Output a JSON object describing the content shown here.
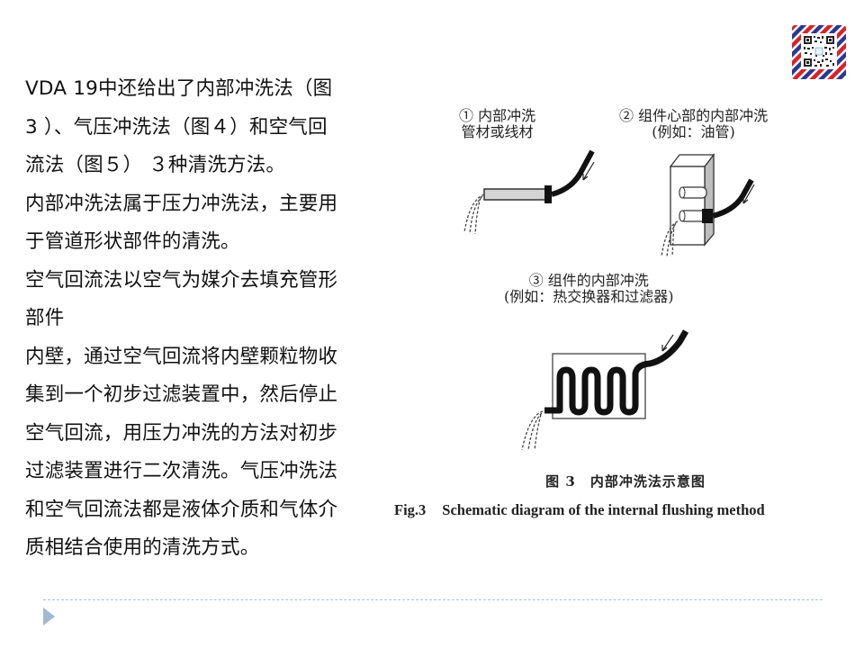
{
  "slide": {
    "body_lines": [
      "VDA 19中还给出了内部冲洗法（图",
      " 3 ）、气压冲洗法（图４）和空气回",
      "流法（图５） ３种清洗方法。",
      "内部冲洗法属于压力冲洗法，主要用",
      "于管道形状部件的清洗。",
      "空气回流法以空气为媒介去填充管形",
      "部件",
      "内壁，通过空气回流将内壁颗粒物收",
      "集到一个初步过滤装置中，然后停止",
      "空气回流，用压力冲洗的方法对初步",
      "过滤装置进行二次清洗。气压冲洗法",
      "和空气回流法都是液体介质和气体介",
      "质相结合使用的清洗方式。"
    ]
  },
  "qr_badge": {
    "icon": "qr-code-icon",
    "border_colors": [
      "#d8232a",
      "#ffffff",
      "#2b3990"
    ]
  },
  "figure": {
    "panel1": {
      "line1": "① 内部冲洗",
      "line2": "管材或线材"
    },
    "panel2": {
      "line1": "② 组件心部的内部冲洗",
      "line2": "(例如：油管)"
    },
    "panel3": {
      "line1": "③ 组件的内部冲洗",
      "line2": "(例如：热交换器和过滤器)"
    },
    "caption_cn": "图 3　内部冲洗法示意图",
    "caption_en_no": "Fig.3",
    "caption_en_text": "Schematic diagram of the internal flushing method"
  },
  "footer": {
    "divider_color": "#a9c3d3",
    "nav_arrow_color": "#a3b8d1"
  }
}
